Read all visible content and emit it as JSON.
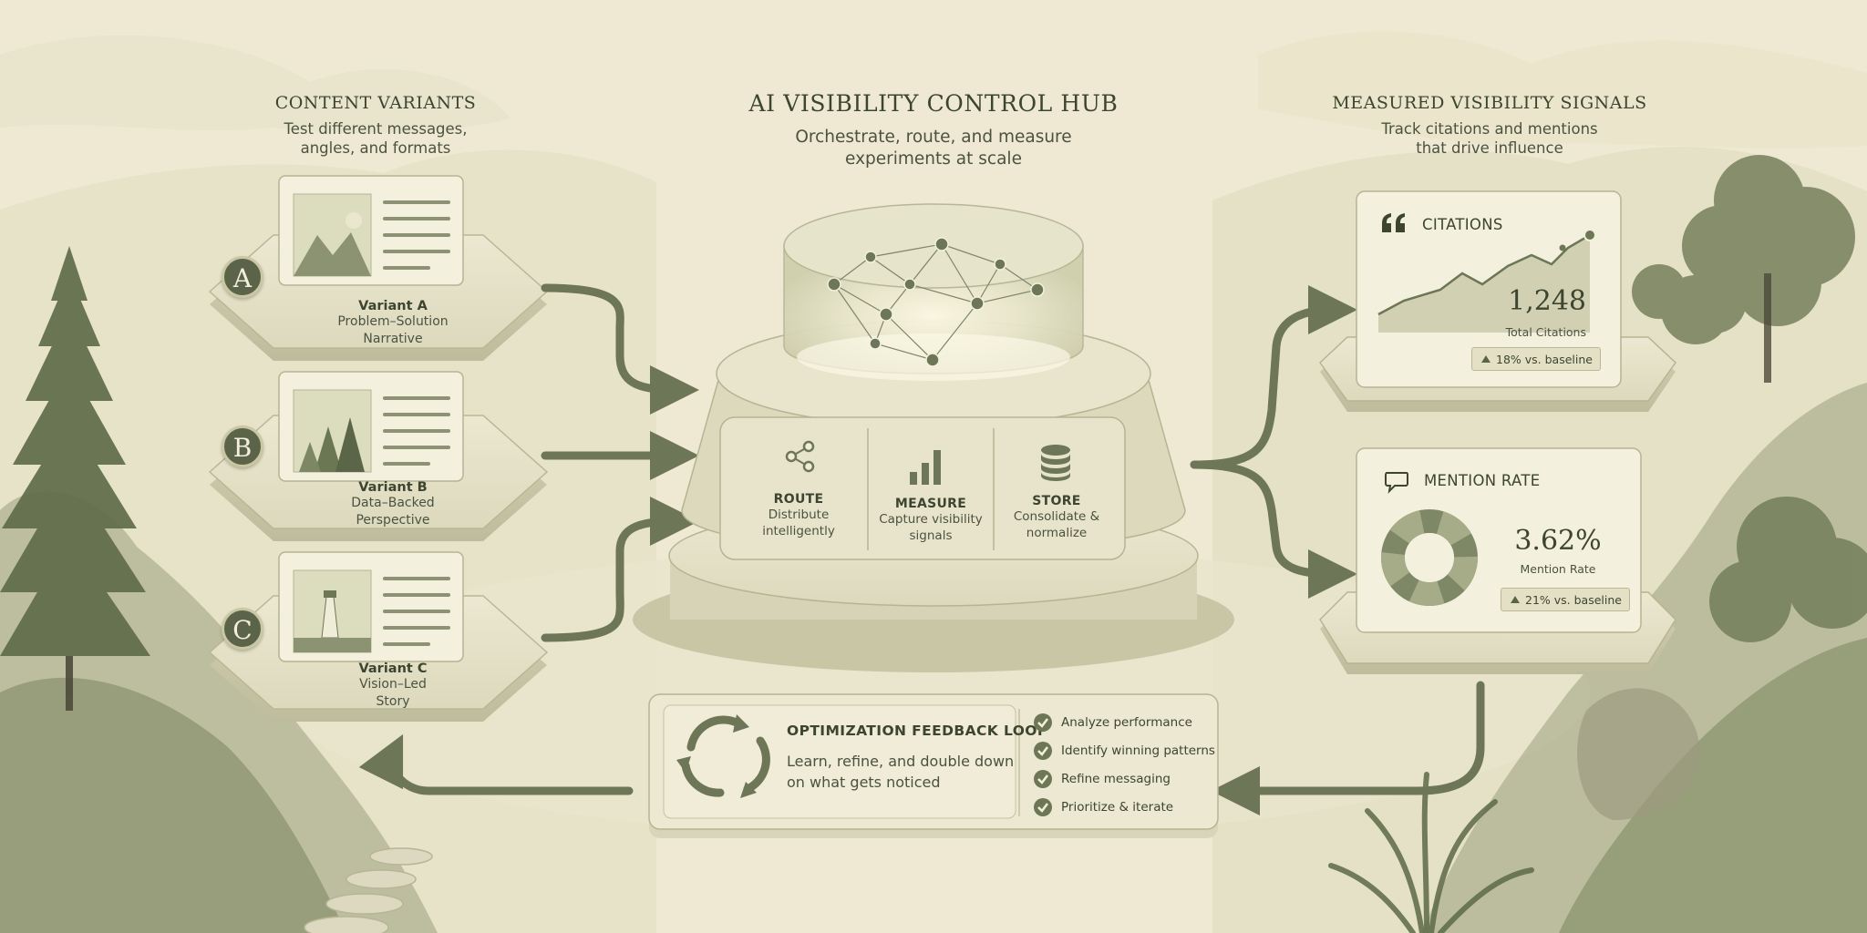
{
  "content_variants": {
    "title": "CONTENT VARIANTS",
    "subtitle_line1": "Test different messages,",
    "subtitle_line2": "angles, and formats",
    "variants": [
      {
        "badge": "A",
        "name": "Variant A",
        "desc_line1": "Problem–Solution",
        "desc_line2": "Narrative"
      },
      {
        "badge": "B",
        "name": "Variant B",
        "desc_line1": "Data–Backed",
        "desc_line2": "Perspective"
      },
      {
        "badge": "C",
        "name": "Variant C",
        "desc_line1": "Vision–Led",
        "desc_line2": "Story"
      }
    ]
  },
  "hub": {
    "title": "AI VISIBILITY CONTROL HUB",
    "subtitle_line1": "Orchestrate, route, and measure",
    "subtitle_line2": "experiments at scale",
    "panels": [
      {
        "label": "ROUTE",
        "desc_line1": "Distribute",
        "desc_line2": "intelligently",
        "icon": "share-icon"
      },
      {
        "label": "MEASURE",
        "desc_line1": "Capture visibility",
        "desc_line2": "signals",
        "icon": "bar-chart-icon"
      },
      {
        "label": "STORE",
        "desc_line1": "Consolidate &",
        "desc_line2": "normalize",
        "icon": "database-icon"
      }
    ]
  },
  "signals": {
    "title": "MEASURED VISIBILITY SIGNALS",
    "subtitle_line1": "Track citations and mentions",
    "subtitle_line2": "that drive influence",
    "citations": {
      "title": "CITATIONS",
      "icon": "quote-icon",
      "value": "1,248",
      "value_label": "Total Citations",
      "delta": "18% vs. baseline"
    },
    "mention_rate": {
      "title": "MENTION RATE",
      "icon": "speech-bubble-icon",
      "value": "3.62%",
      "value_label": "Mention Rate",
      "delta": "21% vs. baseline"
    }
  },
  "feedback_loop": {
    "title": "OPTIMIZATION FEEDBACK LOOP",
    "desc_line1": "Learn, refine, and double down",
    "desc_line2": "on what gets noticed",
    "icon": "refresh-cycle-icon",
    "steps": [
      "Analyze performance",
      "Identify winning patterns",
      "Refine messaging",
      "Prioritize & iterate"
    ]
  },
  "colors": {
    "paper": "#efe9d3",
    "ink": "#3d4530",
    "accent": "#5b6448",
    "stone": "#e6e2ca"
  }
}
